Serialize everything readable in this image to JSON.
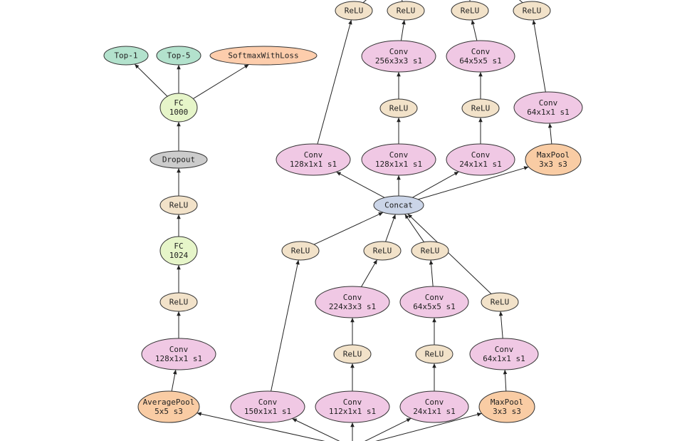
{
  "colors": {
    "relu": "#f2e2c9",
    "conv": "#f0c8e4",
    "pool": "#f9cca4",
    "fc": "#e6f5c9",
    "concat": "#cbd5e8",
    "dropout": "#cccccc",
    "accuracy": "#b3e2cd",
    "loss": "#fdcdac",
    "edge": "#222222"
  },
  "nodes": {
    "top1": {
      "lines": [
        "Top-1"
      ],
      "kind": "accuracy"
    },
    "top5": {
      "lines": [
        "Top-5"
      ],
      "kind": "accuracy"
    },
    "softmax": {
      "lines": [
        "SoftmaxWithLoss"
      ],
      "kind": "loss"
    },
    "fc1000": {
      "lines": [
        "FC",
        "1000"
      ],
      "kind": "fc"
    },
    "dropout": {
      "lines": [
        "Dropout"
      ],
      "kind": "dropout"
    },
    "relu_fc": {
      "lines": [
        "ReLU"
      ],
      "kind": "relu"
    },
    "fc1024": {
      "lines": [
        "FC",
        "1024"
      ],
      "kind": "fc"
    },
    "relu_conv_aux": {
      "lines": [
        "ReLU"
      ],
      "kind": "relu"
    },
    "conv_aux": {
      "lines": [
        "Conv",
        "128x1x1 s1"
      ],
      "kind": "conv"
    },
    "avgpool": {
      "lines": [
        "AveragePool",
        "5x5 s3"
      ],
      "kind": "pool"
    },
    "t_relu1": {
      "lines": [
        "ReLU"
      ],
      "kind": "relu"
    },
    "t_relu2": {
      "lines": [
        "ReLU"
      ],
      "kind": "relu"
    },
    "t_relu3": {
      "lines": [
        "ReLU"
      ],
      "kind": "relu"
    },
    "t_relu4": {
      "lines": [
        "ReLU"
      ],
      "kind": "relu"
    },
    "conv_256": {
      "lines": [
        "Conv",
        "256x3x3 s1"
      ],
      "kind": "conv"
    },
    "conv_64x5": {
      "lines": [
        "Conv",
        "64x5x5 s1"
      ],
      "kind": "conv"
    },
    "relu_256": {
      "lines": [
        "ReLU"
      ],
      "kind": "relu"
    },
    "relu_64x5": {
      "lines": [
        "ReLU"
      ],
      "kind": "relu"
    },
    "conv_64x1_top": {
      "lines": [
        "Conv",
        "64x1x1 s1"
      ],
      "kind": "conv"
    },
    "conv_128a": {
      "lines": [
        "Conv",
        "128x1x1 s1"
      ],
      "kind": "conv"
    },
    "conv_128b": {
      "lines": [
        "Conv",
        "128x1x1 s1"
      ],
      "kind": "conv"
    },
    "conv_24_top": {
      "lines": [
        "Conv",
        "24x1x1 s1"
      ],
      "kind": "conv"
    },
    "maxpool_top": {
      "lines": [
        "MaxPool",
        "3x3 s3"
      ],
      "kind": "pool"
    },
    "concat": {
      "lines": [
        "Concat"
      ],
      "kind": "concat"
    },
    "b_relu1": {
      "lines": [
        "ReLU"
      ],
      "kind": "relu"
    },
    "b_relu2": {
      "lines": [
        "ReLU"
      ],
      "kind": "relu"
    },
    "b_relu3": {
      "lines": [
        "ReLU"
      ],
      "kind": "relu"
    },
    "b_relu4": {
      "lines": [
        "ReLU"
      ],
      "kind": "relu"
    },
    "conv_224": {
      "lines": [
        "Conv",
        "224x3x3 s1"
      ],
      "kind": "conv"
    },
    "conv_64x5_b": {
      "lines": [
        "Conv",
        "64x5x5 s1"
      ],
      "kind": "conv"
    },
    "relu_224": {
      "lines": [
        "ReLU"
      ],
      "kind": "relu"
    },
    "relu_64x5_b": {
      "lines": [
        "ReLU"
      ],
      "kind": "relu"
    },
    "conv_64x1_b": {
      "lines": [
        "Conv",
        "64x1x1 s1"
      ],
      "kind": "conv"
    },
    "conv_150": {
      "lines": [
        "Conv",
        "150x1x1 s1"
      ],
      "kind": "conv"
    },
    "conv_112": {
      "lines": [
        "Conv",
        "112x1x1 s1"
      ],
      "kind": "conv"
    },
    "conv_24_b": {
      "lines": [
        "Conv",
        "24x1x1 s1"
      ],
      "kind": "conv"
    },
    "maxpool_b": {
      "lines": [
        "MaxPool",
        "3x3 s3"
      ],
      "kind": "pool"
    }
  },
  "edges": [
    [
      "fc1000",
      "top1"
    ],
    [
      "fc1000",
      "top5"
    ],
    [
      "fc1000",
      "softmax"
    ],
    [
      "dropout",
      "fc1000"
    ],
    [
      "relu_fc",
      "dropout"
    ],
    [
      "fc1024",
      "relu_fc"
    ],
    [
      "relu_conv_aux",
      "fc1024"
    ],
    [
      "conv_aux",
      "relu_conv_aux"
    ],
    [
      "avgpool",
      "conv_aux"
    ],
    [
      "conv_128a",
      "t_relu1"
    ],
    [
      "conv_256",
      "t_relu2"
    ],
    [
      "conv_64x5",
      "t_relu3"
    ],
    [
      "conv_64x1_top",
      "t_relu4"
    ],
    [
      "relu_256",
      "conv_256"
    ],
    [
      "relu_64x5",
      "conv_64x5"
    ],
    [
      "maxpool_top",
      "conv_64x1_top"
    ],
    [
      "conv_128b",
      "relu_256"
    ],
    [
      "conv_24_top",
      "relu_64x5"
    ],
    [
      "concat",
      "conv_128a"
    ],
    [
      "concat",
      "conv_128b"
    ],
    [
      "concat",
      "conv_24_top"
    ],
    [
      "concat",
      "maxpool_top"
    ],
    [
      "b_relu1",
      "concat"
    ],
    [
      "b_relu2",
      "concat"
    ],
    [
      "b_relu3",
      "concat"
    ],
    [
      "b_relu4",
      "concat"
    ],
    [
      "conv_224",
      "b_relu2"
    ],
    [
      "conv_64x5_b",
      "b_relu3"
    ],
    [
      "conv_64x1_b",
      "b_relu4"
    ],
    [
      "relu_224",
      "conv_224"
    ],
    [
      "relu_64x5_b",
      "conv_64x5_b"
    ],
    [
      "maxpool_b",
      "conv_64x1_b"
    ],
    [
      "conv_150",
      "b_relu1"
    ],
    [
      "conv_112",
      "relu_224"
    ],
    [
      "conv_24_b",
      "relu_64x5_b"
    ],
    [
      "source",
      "avgpool"
    ],
    [
      "source",
      "conv_150"
    ],
    [
      "source",
      "conv_112"
    ],
    [
      "source",
      "conv_24_b"
    ],
    [
      "source",
      "maxpool_b"
    ]
  ]
}
